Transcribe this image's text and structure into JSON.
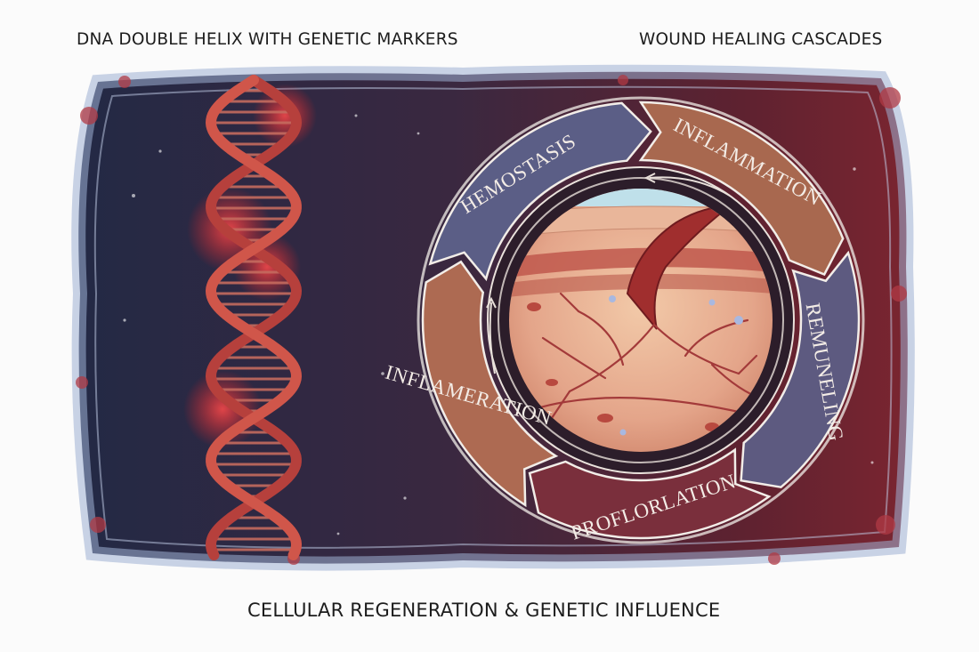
{
  "labels": {
    "top_left": "DNA DOUBLE HELIX WITH GENETIC MARKERS",
    "top_right": "WOUND HEALING CASCADES",
    "bottom": "CELLULAR REGENERATION & GENETIC INFLUENCE"
  },
  "cycle": {
    "stages": [
      {
        "label": "HEMOSTASIS",
        "color": "#5b5e86"
      },
      {
        "label": "INFLAMMATION",
        "color": "#a8684f"
      },
      {
        "label": "REMUNELING",
        "color": "#5d5a80"
      },
      {
        "label": "PROFLORLATION",
        "color": "#7a2f3c"
      },
      {
        "label": "INFLAMERATION",
        "color": "#ad6a52"
      }
    ]
  },
  "colors": {
    "panel_left": "#262b48",
    "panel_right": "#6e1f2a",
    "membrane": "#8fa3c8",
    "dna": "#b83a3a",
    "marker_glow": "#ff3b3b"
  }
}
